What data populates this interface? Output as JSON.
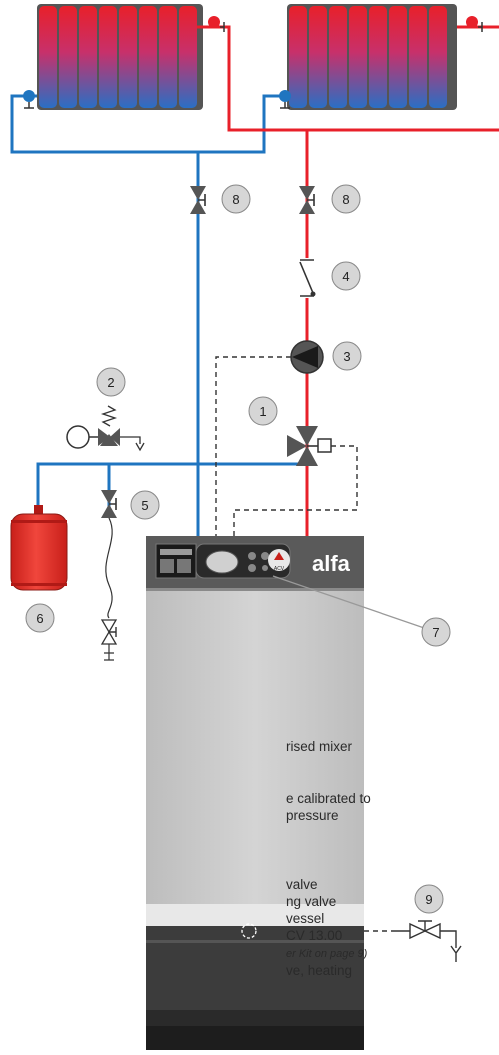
{
  "brand": "alfa",
  "control_badge": "ACV",
  "callouts": [
    "1",
    "2",
    "3",
    "4",
    "5",
    "6",
    "7",
    "8",
    "8",
    "9"
  ],
  "legend": [
    "rised mixer",
    "e calibrated to",
    "pressure",
    "valve",
    "ng valve",
    "vessel",
    "CV 13.00",
    "er Kit on page 9)",
    "ve, heating"
  ],
  "colors": {
    "supply": "#e8202a",
    "return": "#1f75c0",
    "control": "#333333",
    "boiler_body": "#c9c9c9",
    "boiler_dark": "#3e3e3e",
    "vessel": "#e8302a"
  }
}
